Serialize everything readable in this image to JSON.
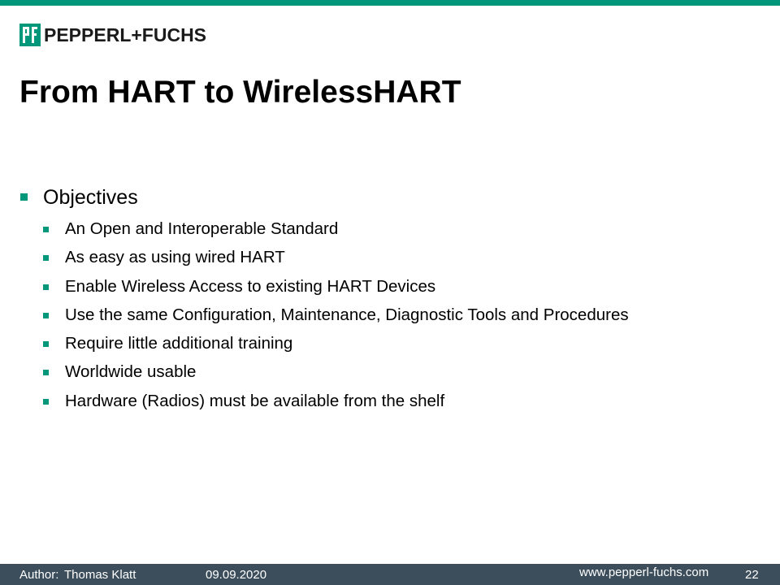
{
  "brand": {
    "name": "PEPPERL+FUCHS",
    "accent_color": "#00977a",
    "footer_color": "#3c4e5c",
    "logo_icon": "pf-logo-mark"
  },
  "slide": {
    "title": "From HART to WirelessHART",
    "section": {
      "heading": "Objectives",
      "items": [
        "An Open and Interoperable Standard",
        "As easy as using wired HART",
        "Enable Wireless Access to existing HART Devices",
        "Use the same Configuration, Maintenance, Diagnostic Tools and Procedures",
        "Require little additional training",
        "Worldwide usable",
        "Hardware (Radios) must be available from the shelf"
      ]
    }
  },
  "footer": {
    "author_label": "Author:",
    "author": "Thomas Klatt",
    "date": "09.09.2020",
    "url": "www.pepperl-fuchs.com",
    "page": "22"
  }
}
